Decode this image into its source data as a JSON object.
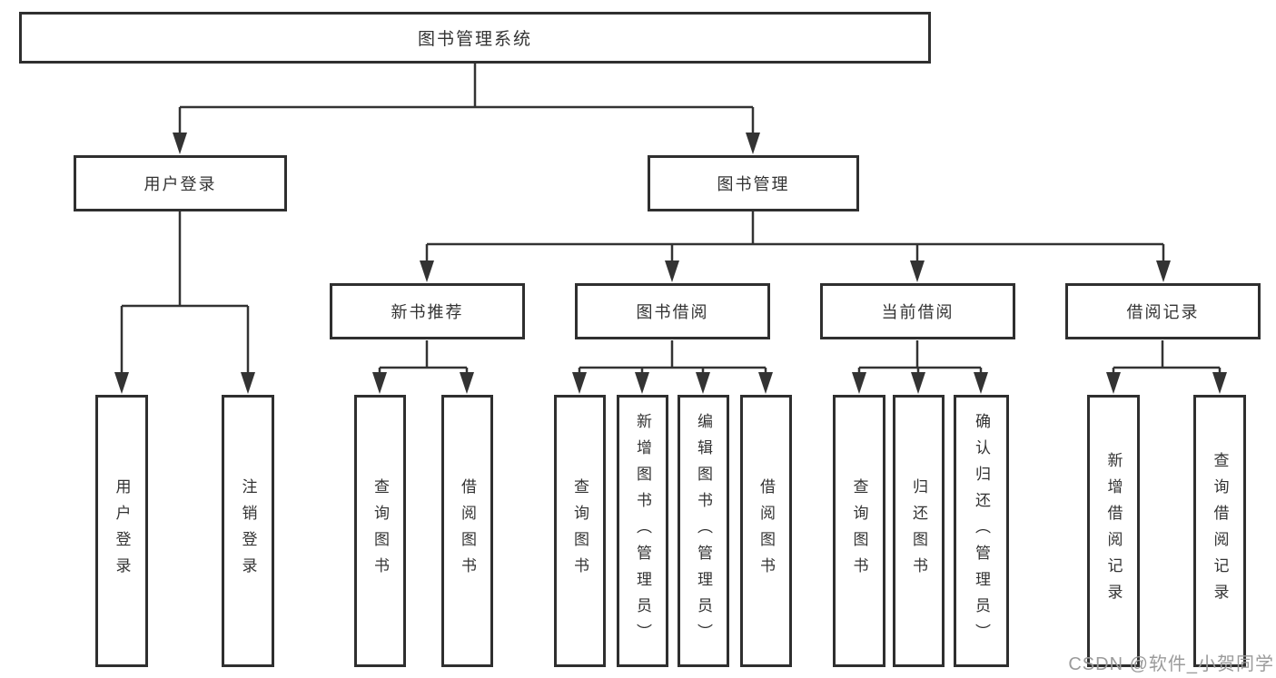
{
  "diagram": {
    "type": "org-chart",
    "tree": {
      "label": "图书管理系统",
      "children": [
        {
          "label": "用户登录",
          "children": [
            {
              "label": "用户登录"
            },
            {
              "label": "注销登录"
            }
          ]
        },
        {
          "label": "图书管理",
          "children": [
            {
              "label": "新书推荐",
              "children": [
                {
                  "label": "查询图书"
                },
                {
                  "label": "借阅图书"
                }
              ]
            },
            {
              "label": "图书借阅",
              "children": [
                {
                  "label": "查询图书"
                },
                {
                  "label": "新增图书（管理员）"
                },
                {
                  "label": "编辑图书（管理员）"
                },
                {
                  "label": "借阅图书"
                }
              ]
            },
            {
              "label": "当前借阅",
              "children": [
                {
                  "label": "查询图书"
                },
                {
                  "label": "归还图书"
                },
                {
                  "label": "确认归还（管理员）"
                }
              ]
            },
            {
              "label": "借阅记录",
              "children": [
                {
                  "label": "新增借阅记录"
                },
                {
                  "label": "查询借阅记录"
                }
              ]
            }
          ]
        }
      ]
    },
    "colors": {
      "line": "#333333",
      "box_border": "#2f2f2f",
      "text": "#333333",
      "background": "#ffffff",
      "watermark": "#9b9b9b"
    }
  },
  "watermark": {
    "text": "CSDN @软件_小贺同学"
  }
}
